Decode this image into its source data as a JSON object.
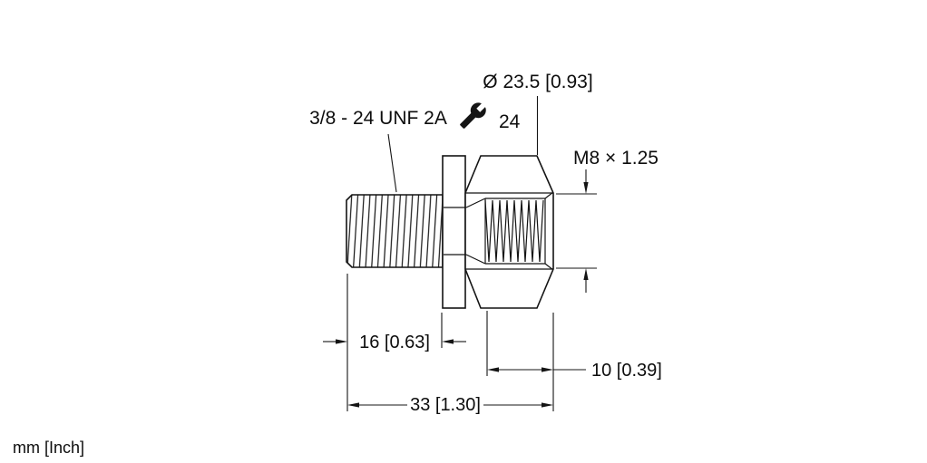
{
  "page": {
    "units_note": "mm [Inch]"
  },
  "drawing": {
    "labels": {
      "body_diameter": "Ø 23.5 [0.93]",
      "external_thread": "3/8 - 24 UNF 2A",
      "wrench_size": "24",
      "internal_thread": "M8 × 1.25"
    },
    "dimensions": {
      "external_thread_length": "16 [0.63]",
      "internal_thread_depth": "10 [0.39]",
      "overall_length": "33 [1.30]"
    },
    "colors": {
      "line": "#141414",
      "text": "#0d0d0d",
      "background": "#ffffff"
    }
  }
}
